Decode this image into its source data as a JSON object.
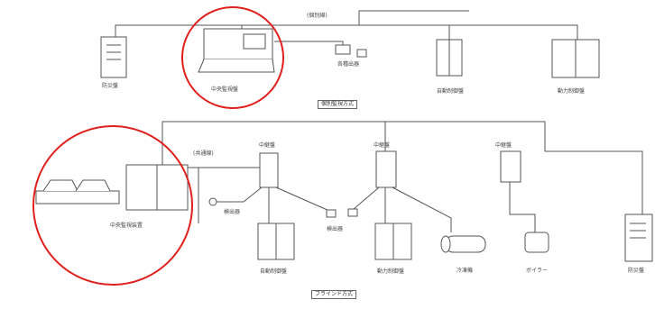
{
  "top_section": {
    "caption": "個別監視方式",
    "wiring_label": "(個別線)",
    "devices": {
      "disaster_panel": "防災盤",
      "central_monitor": "中央監視盤",
      "indicator": "各種出器",
      "auto_control": "自動制御盤",
      "power_control": "動力制御盤"
    }
  },
  "bottom_section": {
    "caption": "ブラインド方式",
    "wiring_label": "(共通線)",
    "devices": {
      "central_device": "中央監視装置",
      "relay1": "中継盤",
      "relay2": "中継盤",
      "relay3": "中継盤",
      "detector1": "検出器",
      "detector2": "検出器",
      "auto_control": "自動制御盤",
      "power_control": "動力制御盤",
      "chiller": "冷凍機",
      "boiler": "ボイラー",
      "disaster_panel": "防災盤"
    }
  },
  "highlight_color": "#e0201c",
  "line_color": "#555555"
}
